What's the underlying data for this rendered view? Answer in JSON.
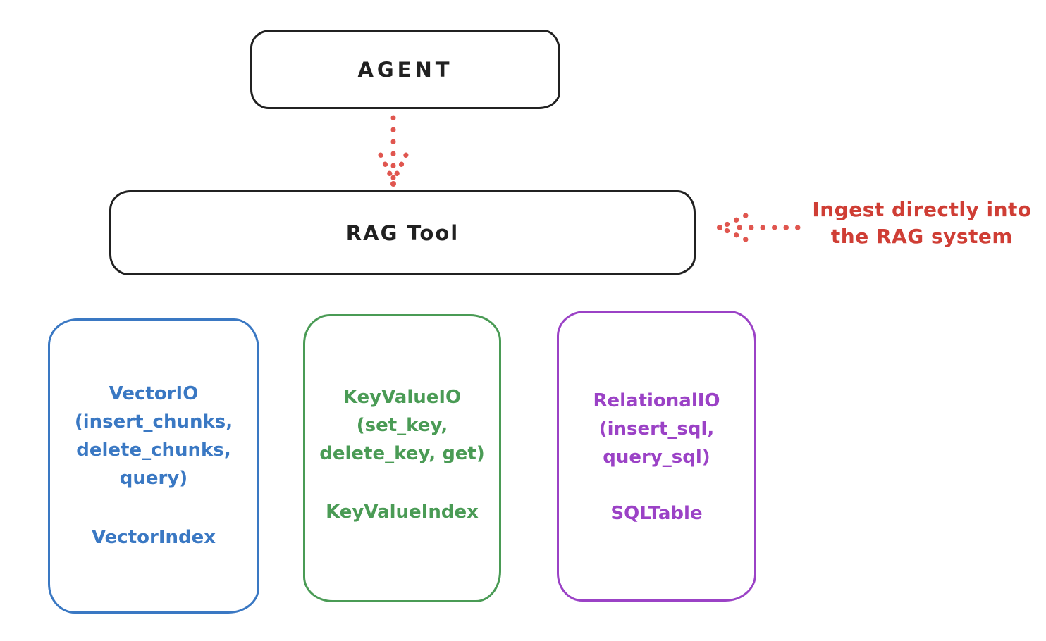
{
  "diagram": {
    "background_color": "#ffffff",
    "stroke_color": "#212121",
    "agent": {
      "label": "AGENT"
    },
    "rag_tool": {
      "label": "RAG Tool"
    },
    "arrows": {
      "agent_to_rag_tool": "dotted-down-arrow",
      "ingest_into_rag": "dotted-left-arrow",
      "color": "#e0564f"
    },
    "annotation": {
      "text": "Ingest directly into\nthe RAG system",
      "color": "#cf3e35"
    },
    "io_boxes": [
      {
        "id": "vector-io",
        "color": "#3a78c3",
        "io_text": "VectorIO\n(insert_chunks,\ndelete_chunks,\nquery)",
        "index_text": "VectorIndex"
      },
      {
        "id": "keyvalue-io",
        "color": "#4a9b55",
        "io_text": "KeyValueIO\n(set_key,\ndelete_key, get)",
        "index_text": "KeyValueIndex"
      },
      {
        "id": "relational-io",
        "color": "#9b42c6",
        "io_text": "RelationalIO\n(insert_sql,\nquery_sql)",
        "index_text": "SQLTable"
      }
    ]
  }
}
